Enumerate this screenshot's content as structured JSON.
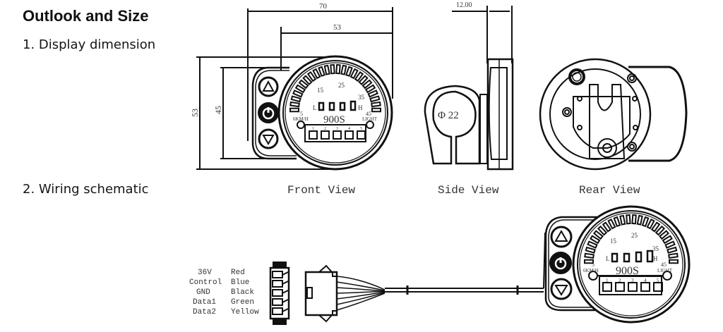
{
  "section": {
    "title": "Outlook and Size",
    "items": [
      {
        "label": "1. Display dimension"
      },
      {
        "label": "2. Wiring schematic"
      }
    ]
  },
  "views": {
    "front": {
      "caption": "Front View"
    },
    "side": {
      "caption": "Side View"
    },
    "rear": {
      "caption": "Rear View"
    }
  },
  "dimensions": {
    "total_width": "70",
    "display_width": "53",
    "total_height": "53",
    "panel_height": "45",
    "depth": "12.00",
    "clamp_diameter": "Φ 22"
  },
  "display": {
    "model": "900S",
    "speed_ticks": [
      "5",
      "15",
      "25",
      "35",
      "45"
    ],
    "left_label": "6KM/H",
    "right_label": "LIGHT",
    "level_low": "L",
    "level_high": "H",
    "gear_numbers": [
      "1",
      "2",
      "3",
      "4",
      "5"
    ],
    "buttons": [
      "up-button",
      "power-button",
      "down-button"
    ]
  },
  "wiring": {
    "pins": [
      {
        "signal": "36V",
        "color": "Red"
      },
      {
        "signal": "Control",
        "color": "Blue"
      },
      {
        "signal": "GND",
        "color": "Black"
      },
      {
        "signal": "Data1",
        "color": "Green"
      },
      {
        "signal": "Data2",
        "color": "Yellow"
      }
    ]
  }
}
